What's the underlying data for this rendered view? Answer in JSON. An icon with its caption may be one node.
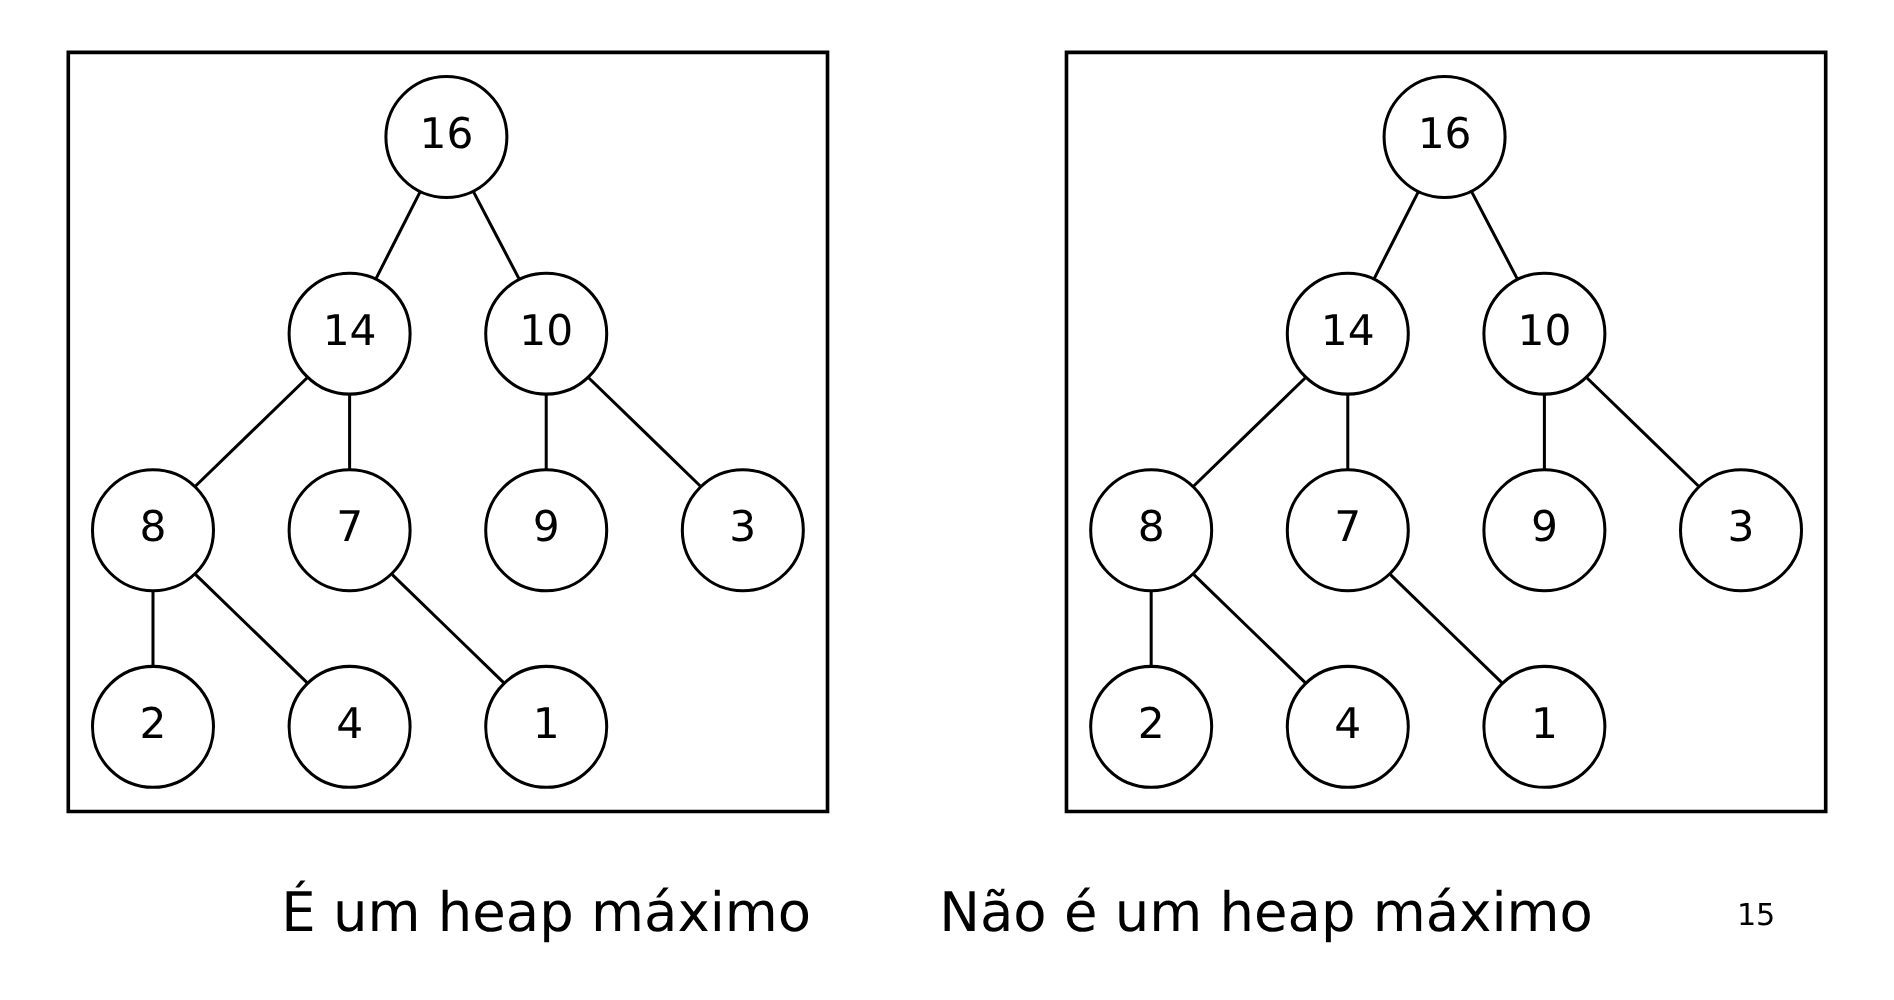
{
  "diagram": {
    "nodes": [
      {
        "text": [],
        "shape": "outline"
      },
      {
        "text": [
          "16"
        ],
        "in": 0
      },
      {
        "text": [
          "14"
        ],
        "in": 0
      },
      {
        "text": [
          "10"
        ],
        "in": 0
      },
      {
        "text": [
          "8"
        ],
        "in": 0
      },
      {
        "text": [
          "7"
        ],
        "in": 0
      },
      {
        "text": [
          "9"
        ],
        "in": 0
      },
      {
        "text": [
          "3"
        ],
        "in": 0
      },
      {
        "text": [
          "2"
        ],
        "in": 0
      },
      {
        "text": [
          "4"
        ],
        "in": 0
      },
      {
        "text": [
          "1"
        ],
        "in": 0
      },
      {
        "text": [],
        "shape": "outline"
      },
      {
        "text": [
          "16"
        ],
        "in": 11
      },
      {
        "text": [
          "14"
        ],
        "in": 11
      },
      {
        "text": [
          "10"
        ],
        "in": 11
      },
      {
        "text": [
          "8"
        ],
        "in": 11
      },
      {
        "text": [
          "7"
        ],
        "in": 11
      },
      {
        "text": [
          "9"
        ],
        "in": 11
      },
      {
        "text": [
          "3"
        ],
        "in": 11
      },
      {
        "text": [
          "2"
        ],
        "in": 11
      },
      {
        "text": [
          "4"
        ],
        "in": 11
      },
      {
        "text": [
          "1"
        ],
        "in": 11
      }
    ],
    "edges": [
      {
        "from": 1,
        "to": 2,
        "arrow": "none"
      },
      {
        "from": 1,
        "to": 3,
        "arrow": "none"
      },
      {
        "from": 2,
        "to": 4,
        "arrow": "none"
      },
      {
        "from": 2,
        "to": 5,
        "arrow": "none"
      },
      {
        "from": 3,
        "to": 6,
        "arrow": "none"
      },
      {
        "from": 3,
        "to": 7,
        "arrow": "none"
      },
      {
        "from": 4,
        "to": 8,
        "arrow": "none"
      },
      {
        "from": 4,
        "to": 9,
        "arrow": "none"
      },
      {
        "from": 5,
        "to": 10,
        "arrow": "none"
      },
      {
        "from": 12,
        "to": 13,
        "arrow": "none"
      },
      {
        "from": 12,
        "to": 14,
        "arrow": "none"
      },
      {
        "from": 13,
        "to": 15,
        "arrow": "none"
      },
      {
        "from": 13,
        "to": 16,
        "arrow": "none"
      },
      {
        "from": 14,
        "to": 17,
        "arrow": "none"
      },
      {
        "from": 14,
        "to": 18,
        "arrow": "none"
      },
      {
        "from": 15,
        "to": 19,
        "arrow": "none"
      },
      {
        "from": 15,
        "to": 20,
        "arrow": "none"
      },
      {
        "from": 16,
        "to": 21,
        "arrow": "none"
      }
    ],
    "labels": [
      "É um heap máximo",
      "Não é um heap máximo",
      "15"
    ]
  }
}
